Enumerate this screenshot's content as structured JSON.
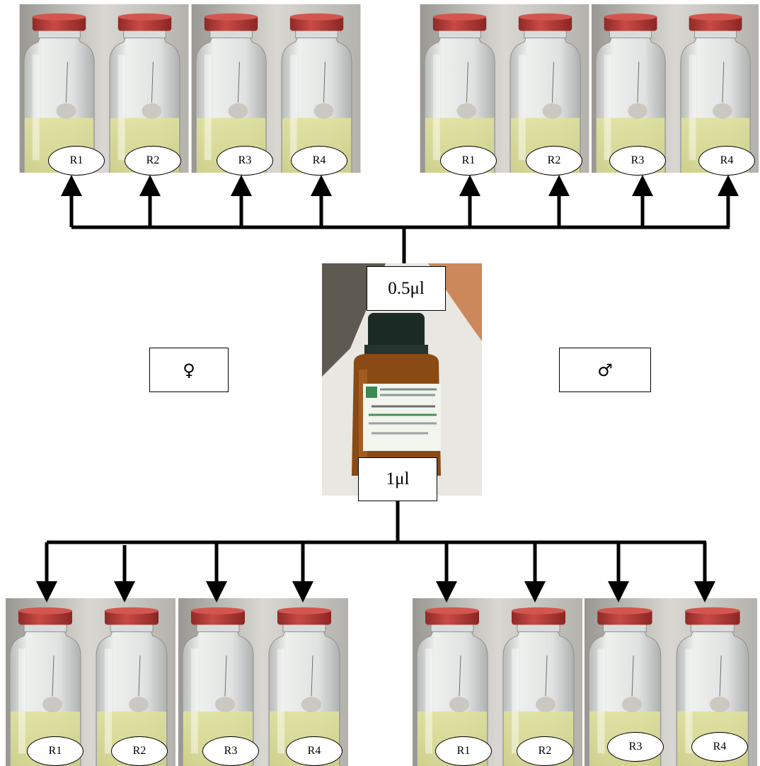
{
  "doses": {
    "top": "0.5μl",
    "bottom": "1μl"
  },
  "sex": {
    "female": "♀",
    "male": "♂"
  },
  "replicates": {
    "top_left": [
      "R1",
      "R2",
      "R3",
      "R4"
    ],
    "top_right": [
      "R1",
      "R2",
      "R3",
      "R4"
    ],
    "bottom_left": [
      "R1",
      "R2",
      "R3",
      "R4"
    ],
    "bottom_right": [
      "R1",
      "R2",
      "R3",
      "R4"
    ]
  },
  "colors": {
    "cap": "#b93a37",
    "glass": "#e6e8e6",
    "liquid": "#e2e3a4",
    "wall": "#c9c6c0",
    "oil": "#8a4a14",
    "label": "#f2f4ee"
  }
}
